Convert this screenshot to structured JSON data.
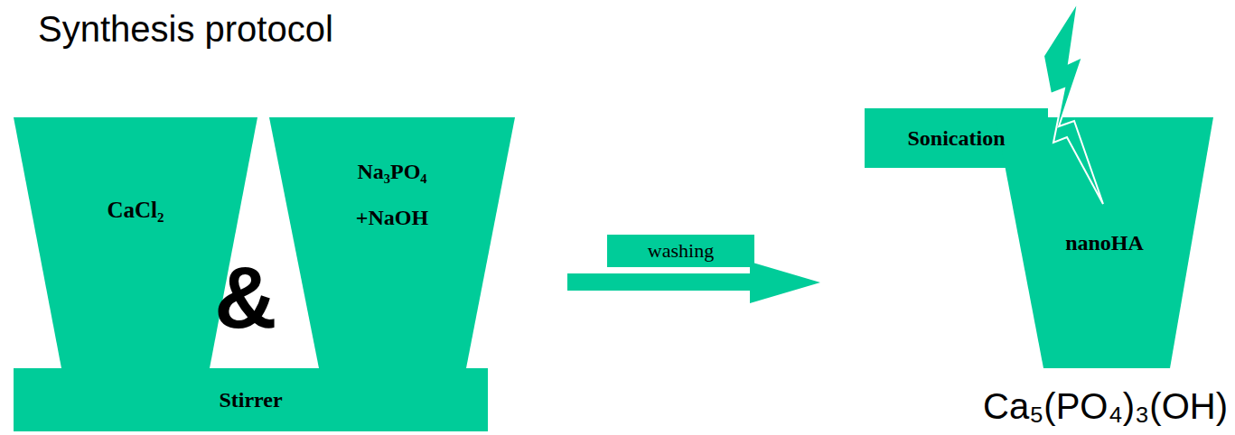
{
  "diagram": {
    "title": "Synthesis protocol",
    "nodes": [
      {
        "text": [
          "CaCl₂"
        ]
      },
      {
        "text": [
          "Na₃PO₄",
          "+NaOH"
        ]
      },
      {
        "text": [
          "Stirrer"
        ]
      },
      {
        "text": [
          "washing"
        ]
      },
      {
        "text": [
          "Sonication"
        ]
      },
      {
        "text": [
          "nanoHA"
        ]
      }
    ],
    "labels": [
      "&",
      "Ca₅(PO₄)₃(OH)"
    ]
  }
}
